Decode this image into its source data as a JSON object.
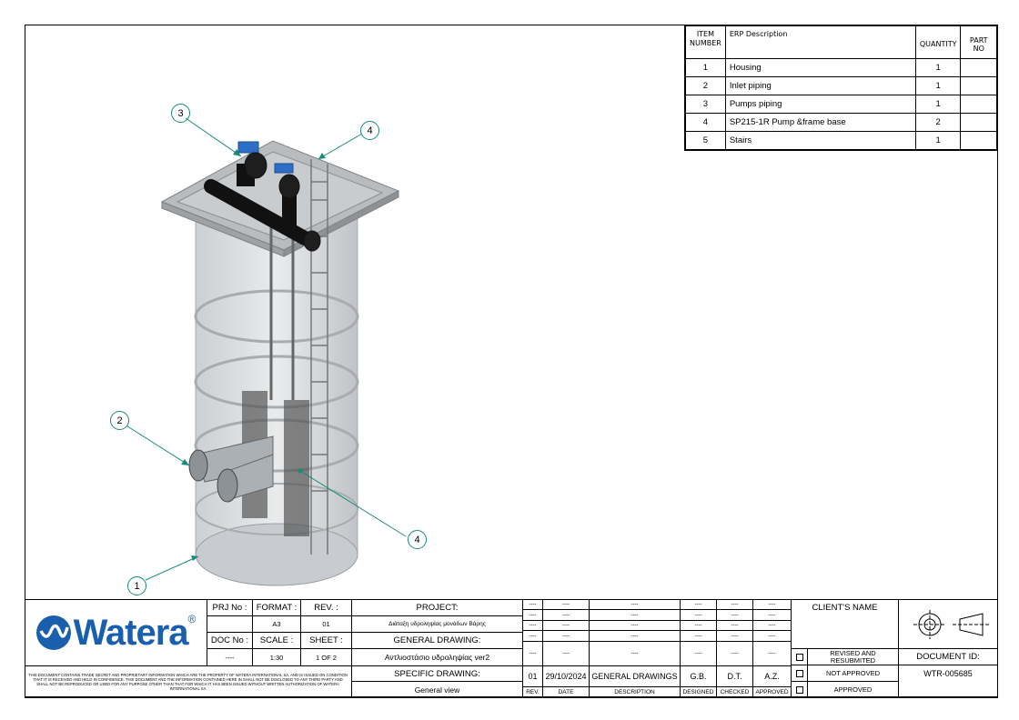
{
  "bom": {
    "headers": {
      "item": "ITEM NUMBER",
      "desc": "ERP Description",
      "qty": "QUANTITY",
      "part": "PART NO"
    },
    "rows": [
      {
        "item": "1",
        "desc": "Housing",
        "qty": "1",
        "part": ""
      },
      {
        "item": "2",
        "desc": "Inlet piping",
        "qty": "1",
        "part": ""
      },
      {
        "item": "3",
        "desc": "Pumps piping",
        "qty": "1",
        "part": ""
      },
      {
        "item": "4",
        "desc": "SP215-1R Pump &frame base",
        "qty": "2",
        "part": ""
      },
      {
        "item": "5",
        "desc": "Stairs",
        "qty": "1",
        "part": ""
      }
    ]
  },
  "balloons": {
    "b1": "1",
    "b2": "2",
    "b3": "3",
    "b4a": "4",
    "b4b": "4"
  },
  "logo": {
    "text": "Watera",
    "reg": "®"
  },
  "title_block": {
    "prj_no_label": "PRJ No :",
    "prj_no": "",
    "format_label": "FORMAT :",
    "format": "A3",
    "rev_label": "REV. :",
    "rev": "01",
    "doc_no_label": "DOC No :",
    "doc_no": "----",
    "scale_label": "SCALE :",
    "scale": "1:30",
    "sheet_label": "SHEET :",
    "sheet": "1 OF 2",
    "project_label": "PROJECT:",
    "project_greek": "Διάταξη υδροληψίας μονάδων Βάρης",
    "general_label": "GENERAL DRAWING:",
    "general_value": "Αντλιοστάσιο υδροληψίας ver2",
    "specific_label": "SPECIFIC DRAWING:",
    "specific_value": "General view",
    "disclaimer": "THIS DOCUMENT CONTAINS TRADE SECRET AND PROPRIETARY INFORMATION WHICH ARE THE PROPERTY OF WATERA INTERNATIONAL SA, AND IS ISSUED ON CONDITION THAT IT IS RECEIVED AND HELD IN CONFIDENCE. THIS DOCUMENT AND THE INFORMATION CONTAINED HERE IN SHALL NOT BE DISCLOSED TO ANY THIRD PARTY AND SHALL NOT BE REPRODUCED OR USED FOR ANY PURPOSE OTHER THAN THAT FOR WHICH IT HAS BEEN ISSUED WITHOUT WRITTEN AUTHORIZATION OF WATERA INTERNATIONAL SA"
  },
  "revisions": {
    "empty_rows": [
      [
        "----",
        "----",
        "----",
        "----",
        "----",
        "----"
      ],
      [
        "----",
        "----",
        "----",
        "----",
        "----",
        "----"
      ],
      [
        "----",
        "----",
        "----",
        "----",
        "----",
        "----"
      ],
      [
        "----",
        "----",
        "----",
        "----",
        "----",
        "----"
      ],
      [
        "----",
        "----",
        "----",
        "----",
        "----",
        "----"
      ]
    ],
    "row": [
      "01",
      "29/10/2024",
      "GENERAL DRAWINGS",
      "G.B.",
      "D.T.",
      "A.Z."
    ],
    "headers": [
      "REV.",
      "DATE",
      "DESCRIPTION",
      "DESIGNED",
      "CHECKED",
      "APPROVED"
    ]
  },
  "client": {
    "label": "CLIENT'S NAME",
    "status1": "REVISED AND RESUBMITED",
    "status2": "NOT APPROVED",
    "status3": "APPROVED"
  },
  "document": {
    "label": "DOCUMENT ID:",
    "id": "WTR-005685"
  }
}
